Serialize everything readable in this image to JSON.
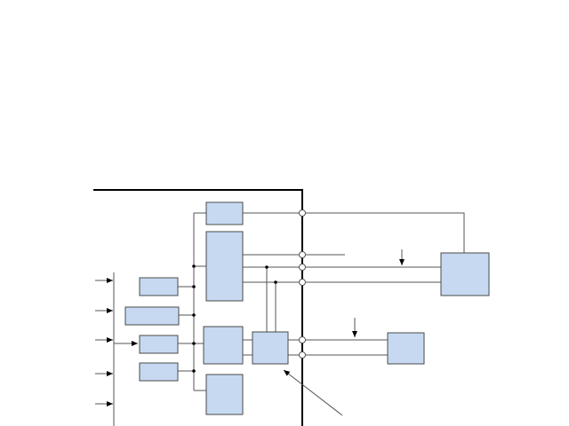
{
  "diagram": {
    "colors": {
      "block_fill": "#c6d9f1",
      "block_stroke": "#4a4a4a",
      "wire": "#555555",
      "frame": "#000000"
    },
    "blocks": [
      "block-a",
      "block-b",
      "block-c",
      "block-d",
      "block-e",
      "block-f",
      "block-g",
      "block-h",
      "block-i",
      "block-j",
      "block-k"
    ],
    "input_arrow_count": 5
  }
}
